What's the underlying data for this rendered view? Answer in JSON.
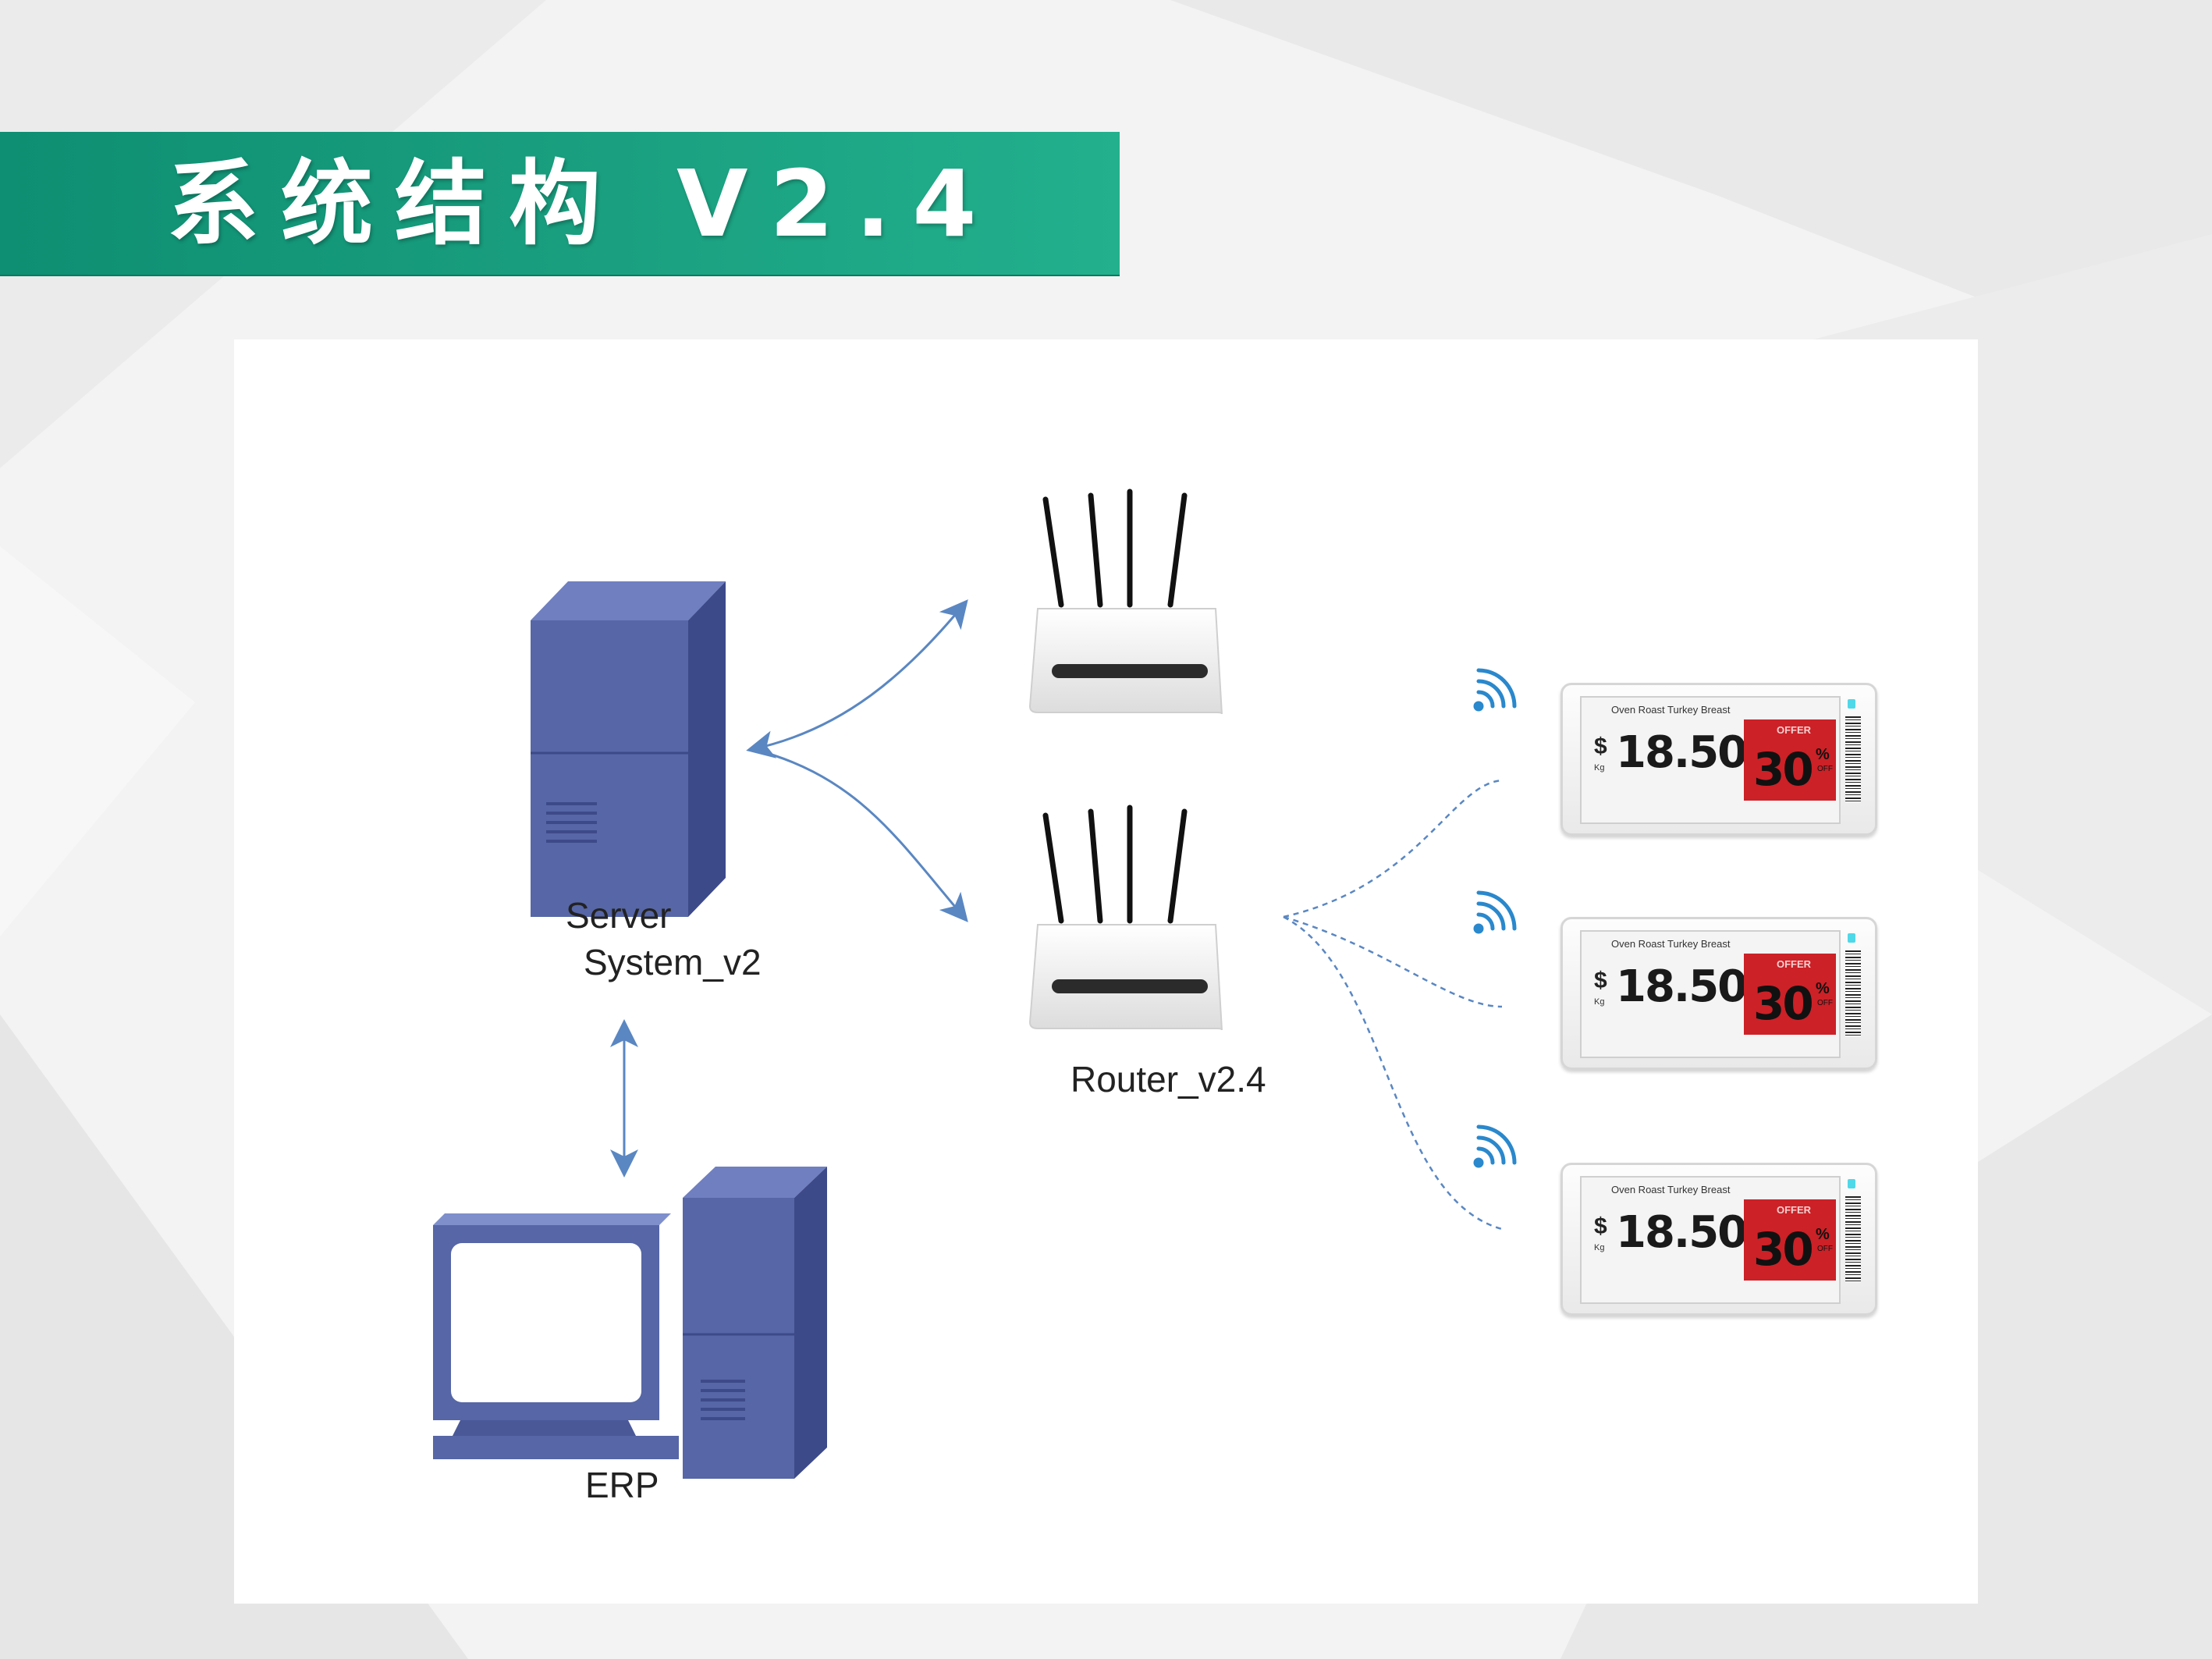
{
  "slide": {
    "title": "系统结构 V2.4"
  },
  "nodes": {
    "server_line1": "Server",
    "server_line2": "System_v2",
    "router": "Router_v2.4",
    "erp": "ERP"
  },
  "esl_tags": [
    {
      "product": "Oven Roast Turkey Breast",
      "currency": "$",
      "unit": "Kg",
      "price": "18.50",
      "offer": "OFFER",
      "discount": "30",
      "sign": "%",
      "off": "OFF"
    },
    {
      "product": "Oven Roast Turkey Breast",
      "currency": "$",
      "unit": "Kg",
      "price": "18.50",
      "offer": "OFFER",
      "discount": "30",
      "sign": "%",
      "off": "OFF"
    },
    {
      "product": "Oven Roast Turkey Breast",
      "currency": "$",
      "unit": "Kg",
      "price": "18.50",
      "offer": "OFFER",
      "discount": "30",
      "sign": "%",
      "off": "OFF"
    }
  ],
  "colors": {
    "banner": "#16997a",
    "computer_blue": "#5666a6",
    "arrow": "#5a87c2",
    "tag_red": "#cc2127",
    "wifi": "#2a88cc"
  }
}
